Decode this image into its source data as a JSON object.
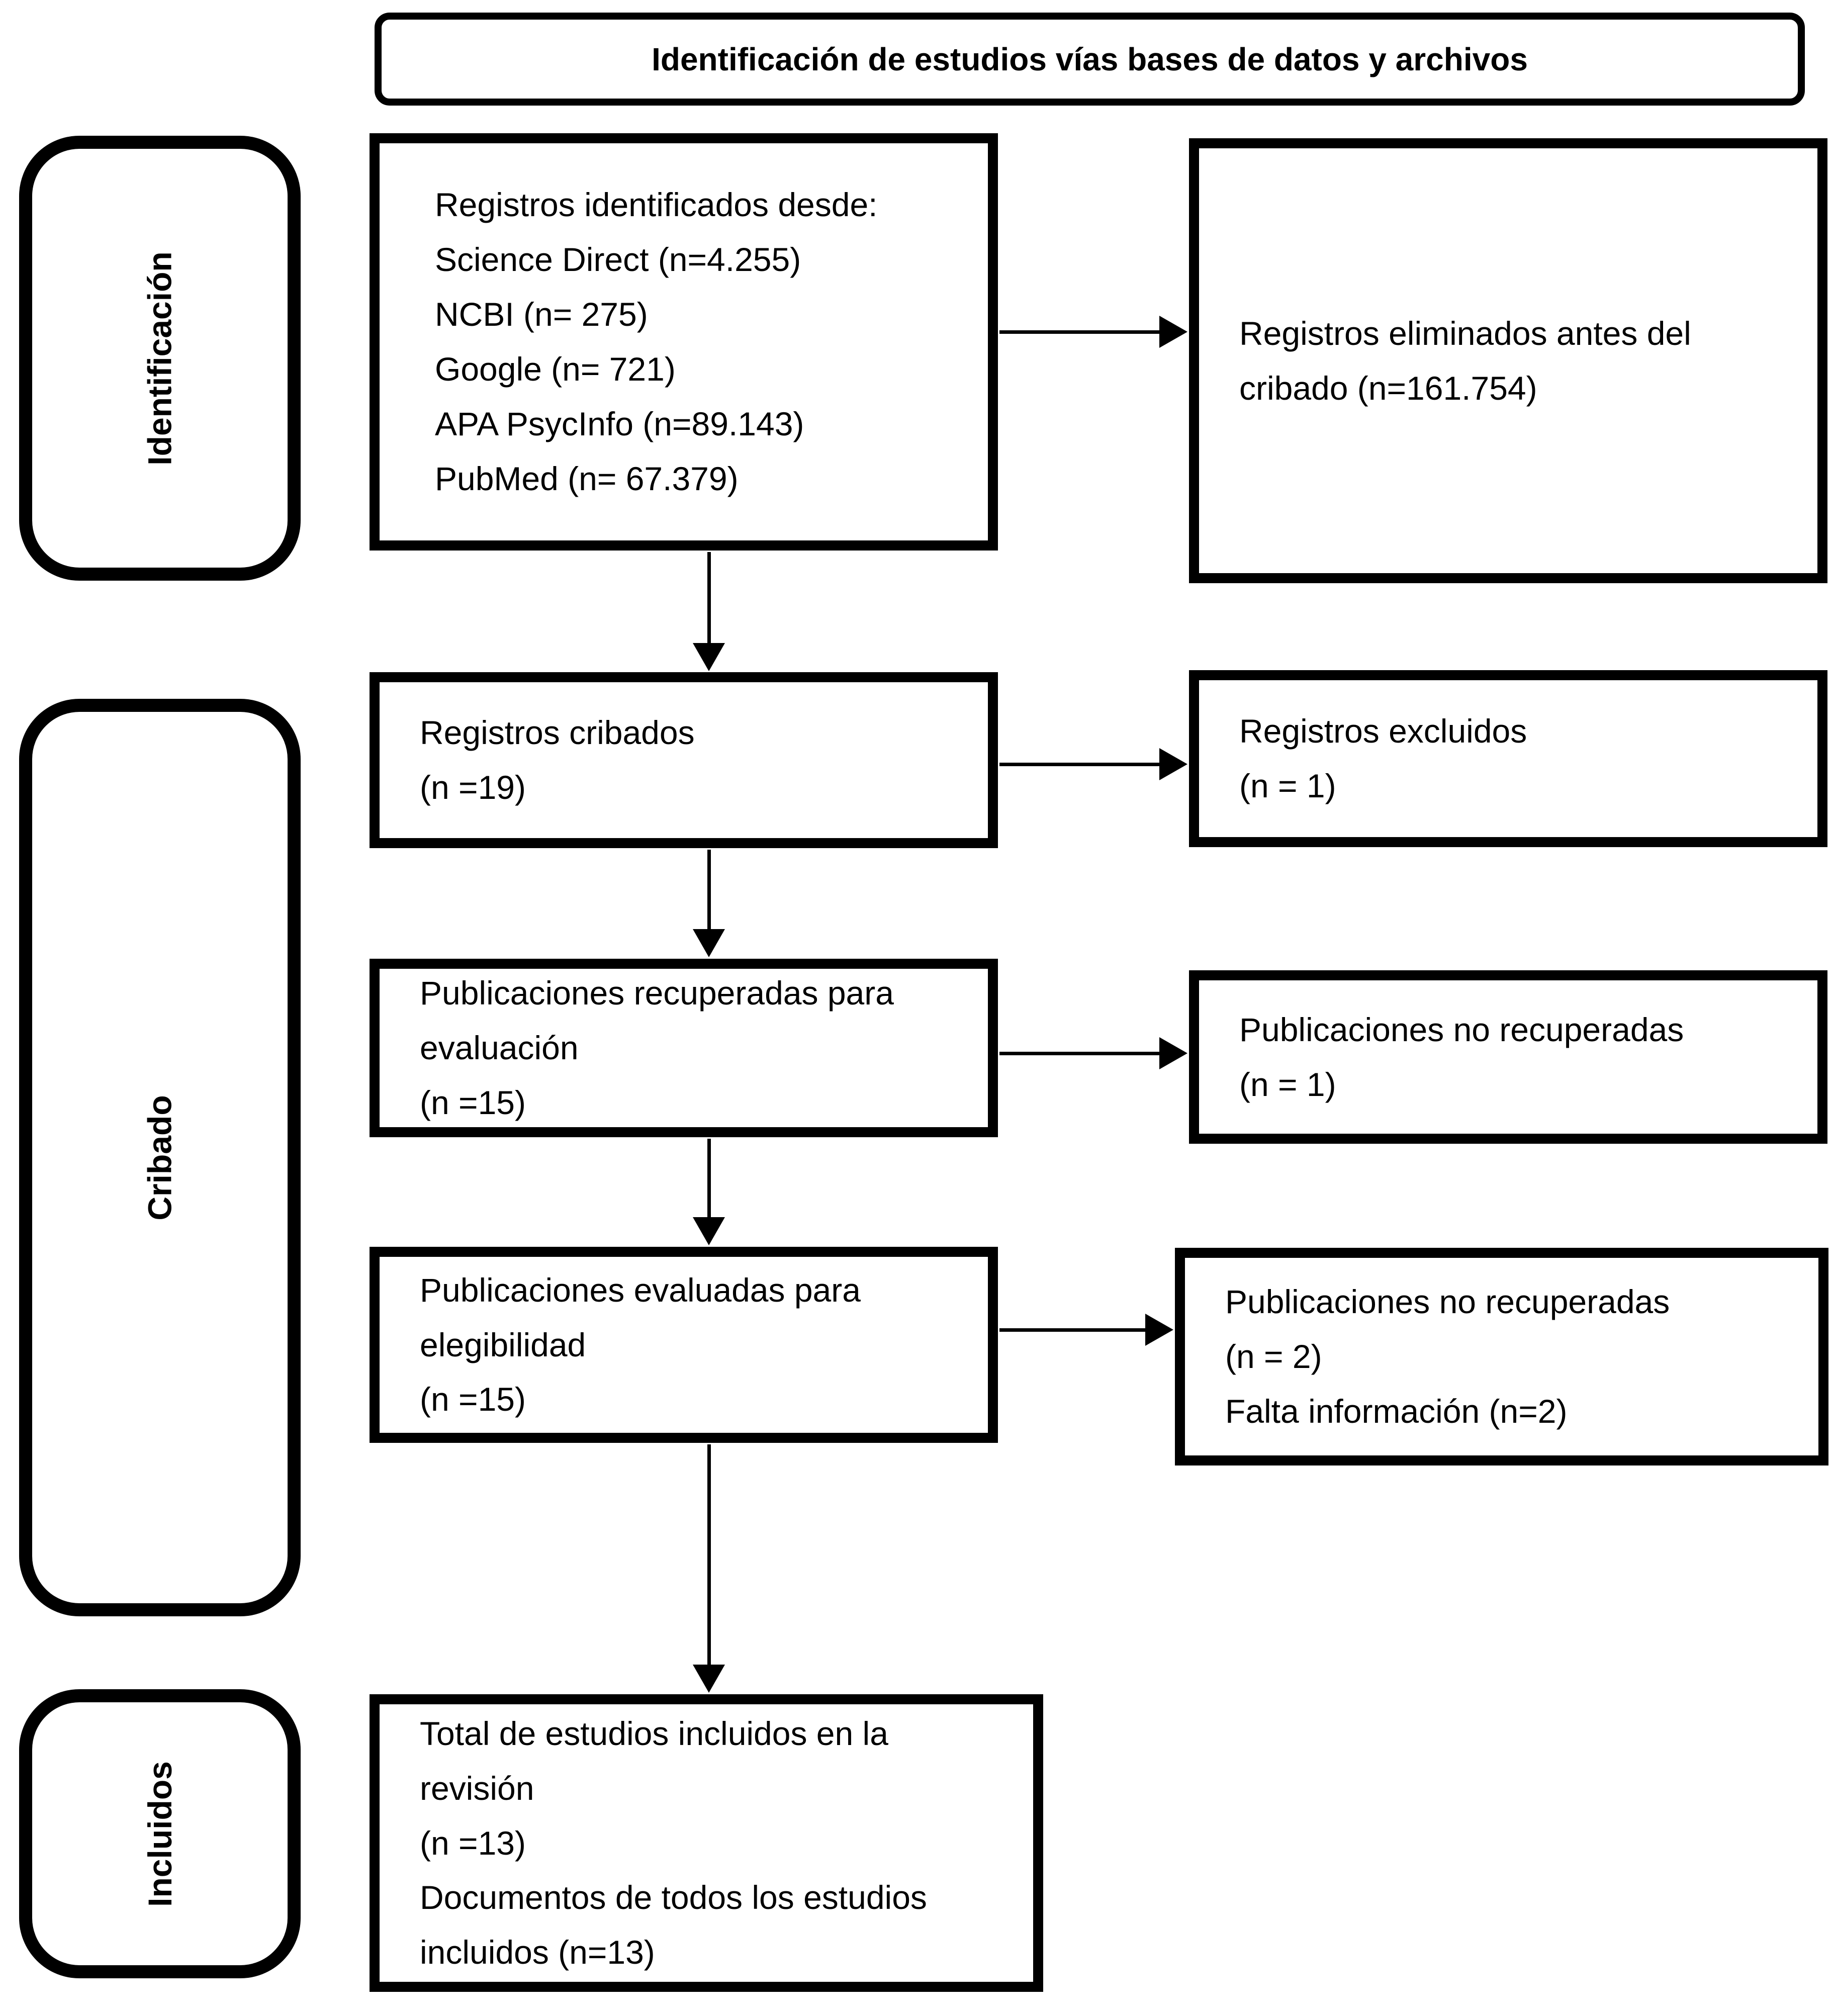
{
  "title": "Identificación de estudios vías bases de datos y archivos",
  "sidebar": {
    "stages": [
      {
        "label": "Identificación"
      },
      {
        "label": "Cribado"
      },
      {
        "label": "Incluidos"
      }
    ]
  },
  "flow": {
    "identified": {
      "lines": [
        "Registros identificados desde:",
        "Science Direct (n=4.255)",
        "NCBI (n= 275)",
        "Google (n= 721)",
        "APA PsycInfo (n=89.143)",
        "PubMed (n= 67.379)"
      ]
    },
    "removed_before_screening": {
      "lines": [
        "Registros eliminados antes del",
        "cribado (n=161.754)"
      ]
    },
    "screened": {
      "lines": [
        "Registros cribados",
        "(n =19)"
      ]
    },
    "records_excluded": {
      "lines": [
        "Registros excluidos",
        "(n = 1)"
      ]
    },
    "retrieved_for_evaluation": {
      "lines": [
        "Publicaciones recuperadas para",
        "evaluación",
        "(n =15)"
      ]
    },
    "not_retrieved": {
      "lines": [
        "Publicaciones no recuperadas",
        "(n = 1)"
      ]
    },
    "assessed_for_eligibility": {
      "lines": [
        "Publicaciones evaluadas para",
        "elegibilidad",
        "(n =15)"
      ]
    },
    "excluded_after_assessment": {
      "lines": [
        "Publicaciones no recuperadas",
        "(n = 2)",
        "Falta información (n=2)"
      ]
    },
    "included_total": {
      "lines": [
        "Total de estudios incluidos en la",
        "revisión",
        "(n =13)",
        "Documentos de todos los estudios",
        "incluidos (n=13)"
      ]
    }
  }
}
